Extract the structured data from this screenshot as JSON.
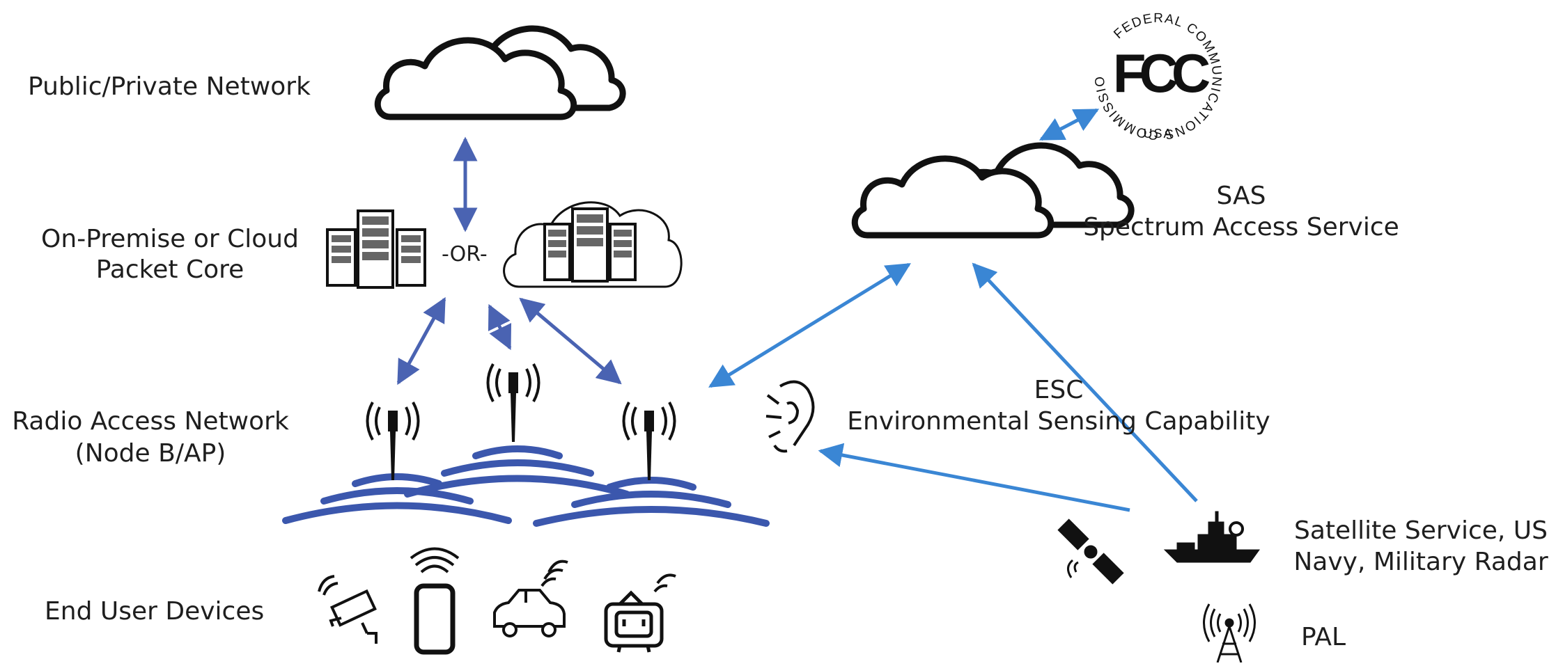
{
  "diagram": {
    "labels": {
      "public_private_network": "Public/Private Network",
      "packet_core_line1": "On-Premise or Cloud",
      "packet_core_line2": "Packet Core",
      "or_text": "-OR-",
      "ran_line1": "Radio Access Network",
      "ran_line2": "(Node B/AP)",
      "end_user_devices": "End User Devices",
      "sas_line1": "SAS",
      "sas_line2": "Spectrum Access Service",
      "esc_line1": "ESC",
      "esc_line2": "Environmental Sensing Capability",
      "incumbent_line1": "Satellite Service, US",
      "incumbent_line2": "Navy, Military Radar",
      "pal": "PAL"
    },
    "fcc_seal": {
      "monogram": "FCC",
      "ring_text": "FEDERAL COMMUNICATIONS COMMISSION",
      "country": "USA"
    },
    "colors": {
      "left_arrows": "#4a63b2",
      "right_arrows": "#3a86d4",
      "waves": "#3b57ad",
      "icons": "#111111"
    },
    "icons": [
      "cloud-icon",
      "server-rack-icon",
      "cloud-server-icon",
      "cell-tower-icon",
      "signal-wave-icon",
      "security-camera-icon",
      "smartphone-icon",
      "car-icon",
      "tv-icon",
      "fcc-seal-icon",
      "listening-ear-icon",
      "satellite-icon",
      "navy-ship-icon",
      "antenna-tower-icon"
    ]
  }
}
